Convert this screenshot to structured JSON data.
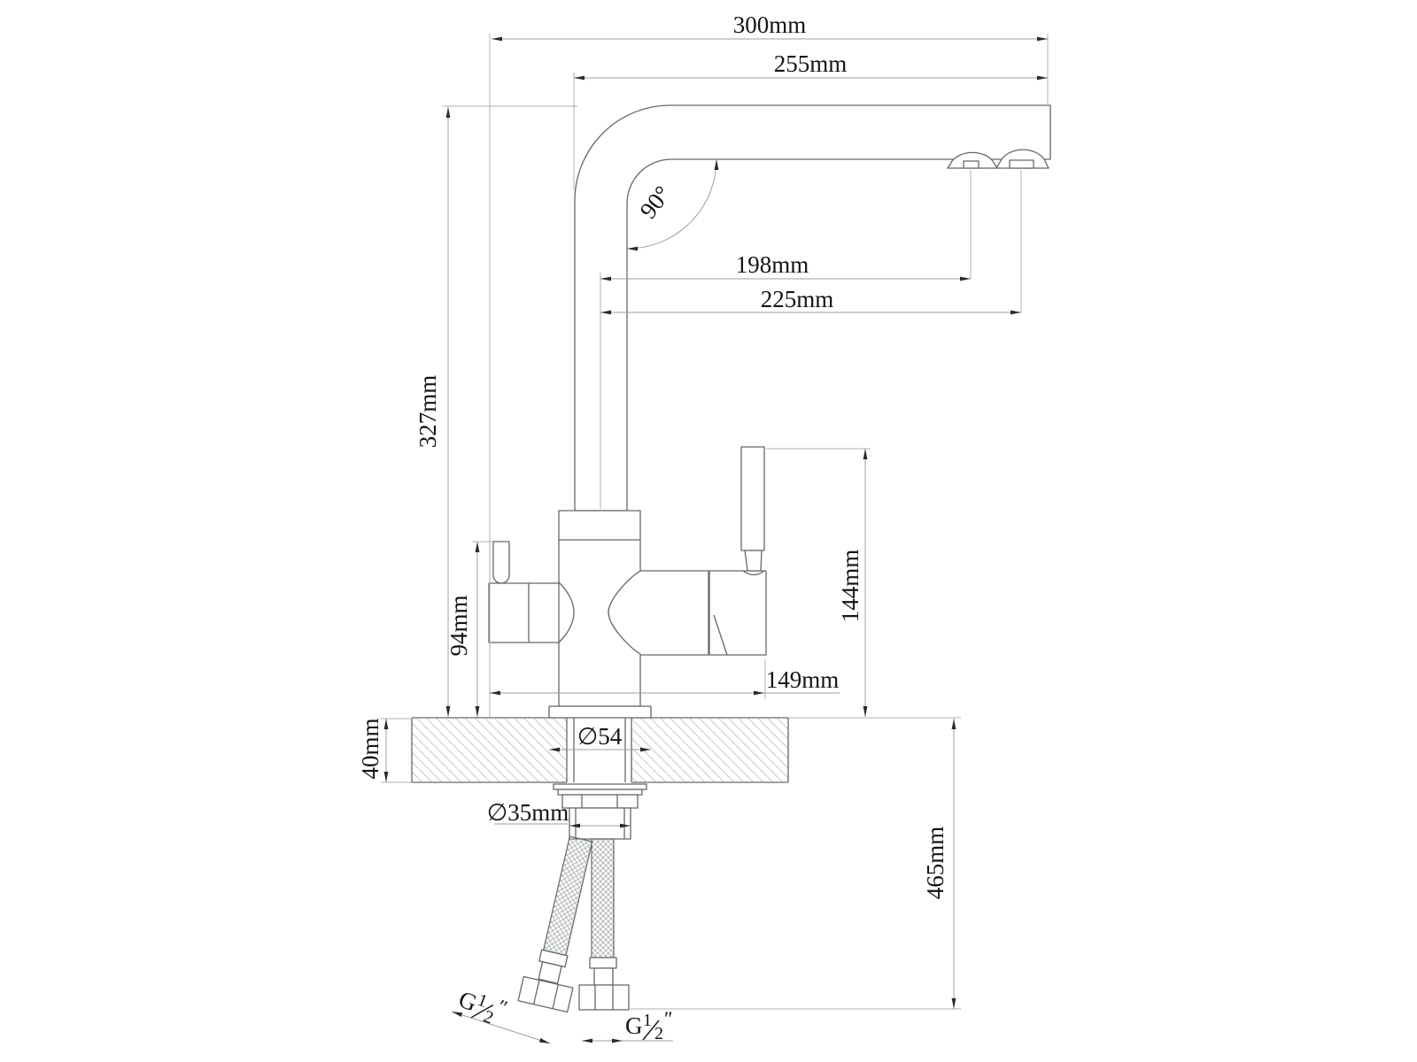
{
  "drawing": {
    "type": "kitchen-faucet-dimension-drawing",
    "labels": {
      "d300": "300mm",
      "d255": "255mm",
      "d198": "198mm",
      "d225": "225mm",
      "angle": "90°",
      "d327": "327mm",
      "d94": "94mm",
      "d144": "144mm",
      "d149": "149mm",
      "d40": "40mm",
      "d465": "465mm",
      "dia54": "∅54",
      "dia35": "∅35mm",
      "thread_left": {
        "letter": "G",
        "numerator": "1",
        "denominator": "2",
        "unit": "″"
      },
      "thread_right": {
        "letter": "G",
        "numerator": "1",
        "denominator": "2",
        "unit": "″"
      }
    },
    "colors": {
      "outline": "#63686b",
      "dimension_line": "#9aa0a3",
      "extension_line": "#acb1b4",
      "hatch": "#c3c8cb",
      "text": "#141414",
      "background": "#ffffff"
    }
  }
}
